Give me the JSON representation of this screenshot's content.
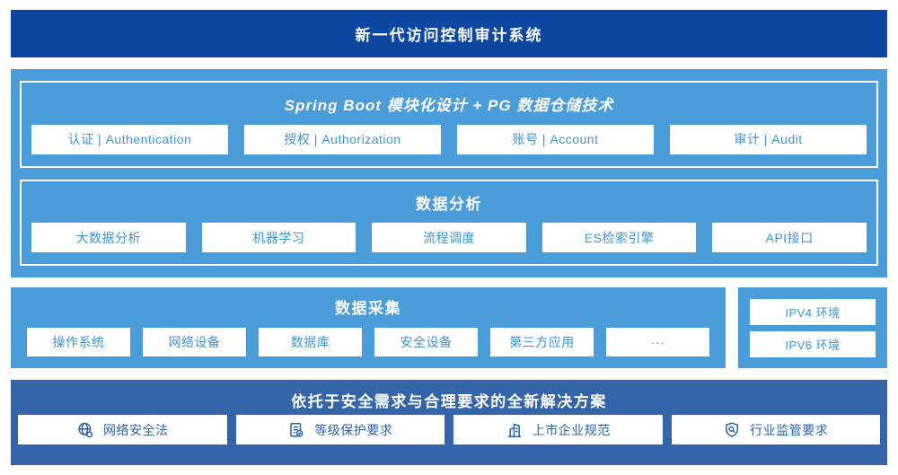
{
  "colors": {
    "navy": "#0D47A1",
    "light_blue": "#4A9DD8",
    "medium_blue": "#3465A8",
    "box_text_light": "#3D95D5",
    "box_text_dark": "#2F62A8"
  },
  "banner": {
    "title": "新一代访问控制审计系统"
  },
  "platform": {
    "spring": {
      "title": "Spring Boot 模块化设计 + PG 数据仓储技术",
      "items": [
        "认证 | Authentication",
        "授权 | Authorization",
        "账号 | Account",
        "审计 | Audit"
      ]
    },
    "analysis": {
      "title": "数据分析",
      "items": [
        "大数据分析",
        "机器学习",
        "流程调度",
        "ES检索引擎",
        "API接口"
      ]
    }
  },
  "collection": {
    "title": "数据采集",
    "items": [
      "操作系统",
      "网络设备",
      "数据库",
      "安全设备",
      "第三方应用",
      "···"
    ]
  },
  "environments": {
    "items": [
      "IPV4 环境",
      "IPV6 环境"
    ]
  },
  "solution": {
    "title": "依托于安全需求与合理要求的全新解决方案",
    "items": [
      {
        "icon": "globe-icon",
        "label": "网络安全法"
      },
      {
        "icon": "document-check-icon",
        "label": "等级保护要求"
      },
      {
        "icon": "building-icon",
        "label": "上市企业规范"
      },
      {
        "icon": "shield-search-icon",
        "label": "行业监管要求"
      }
    ]
  }
}
